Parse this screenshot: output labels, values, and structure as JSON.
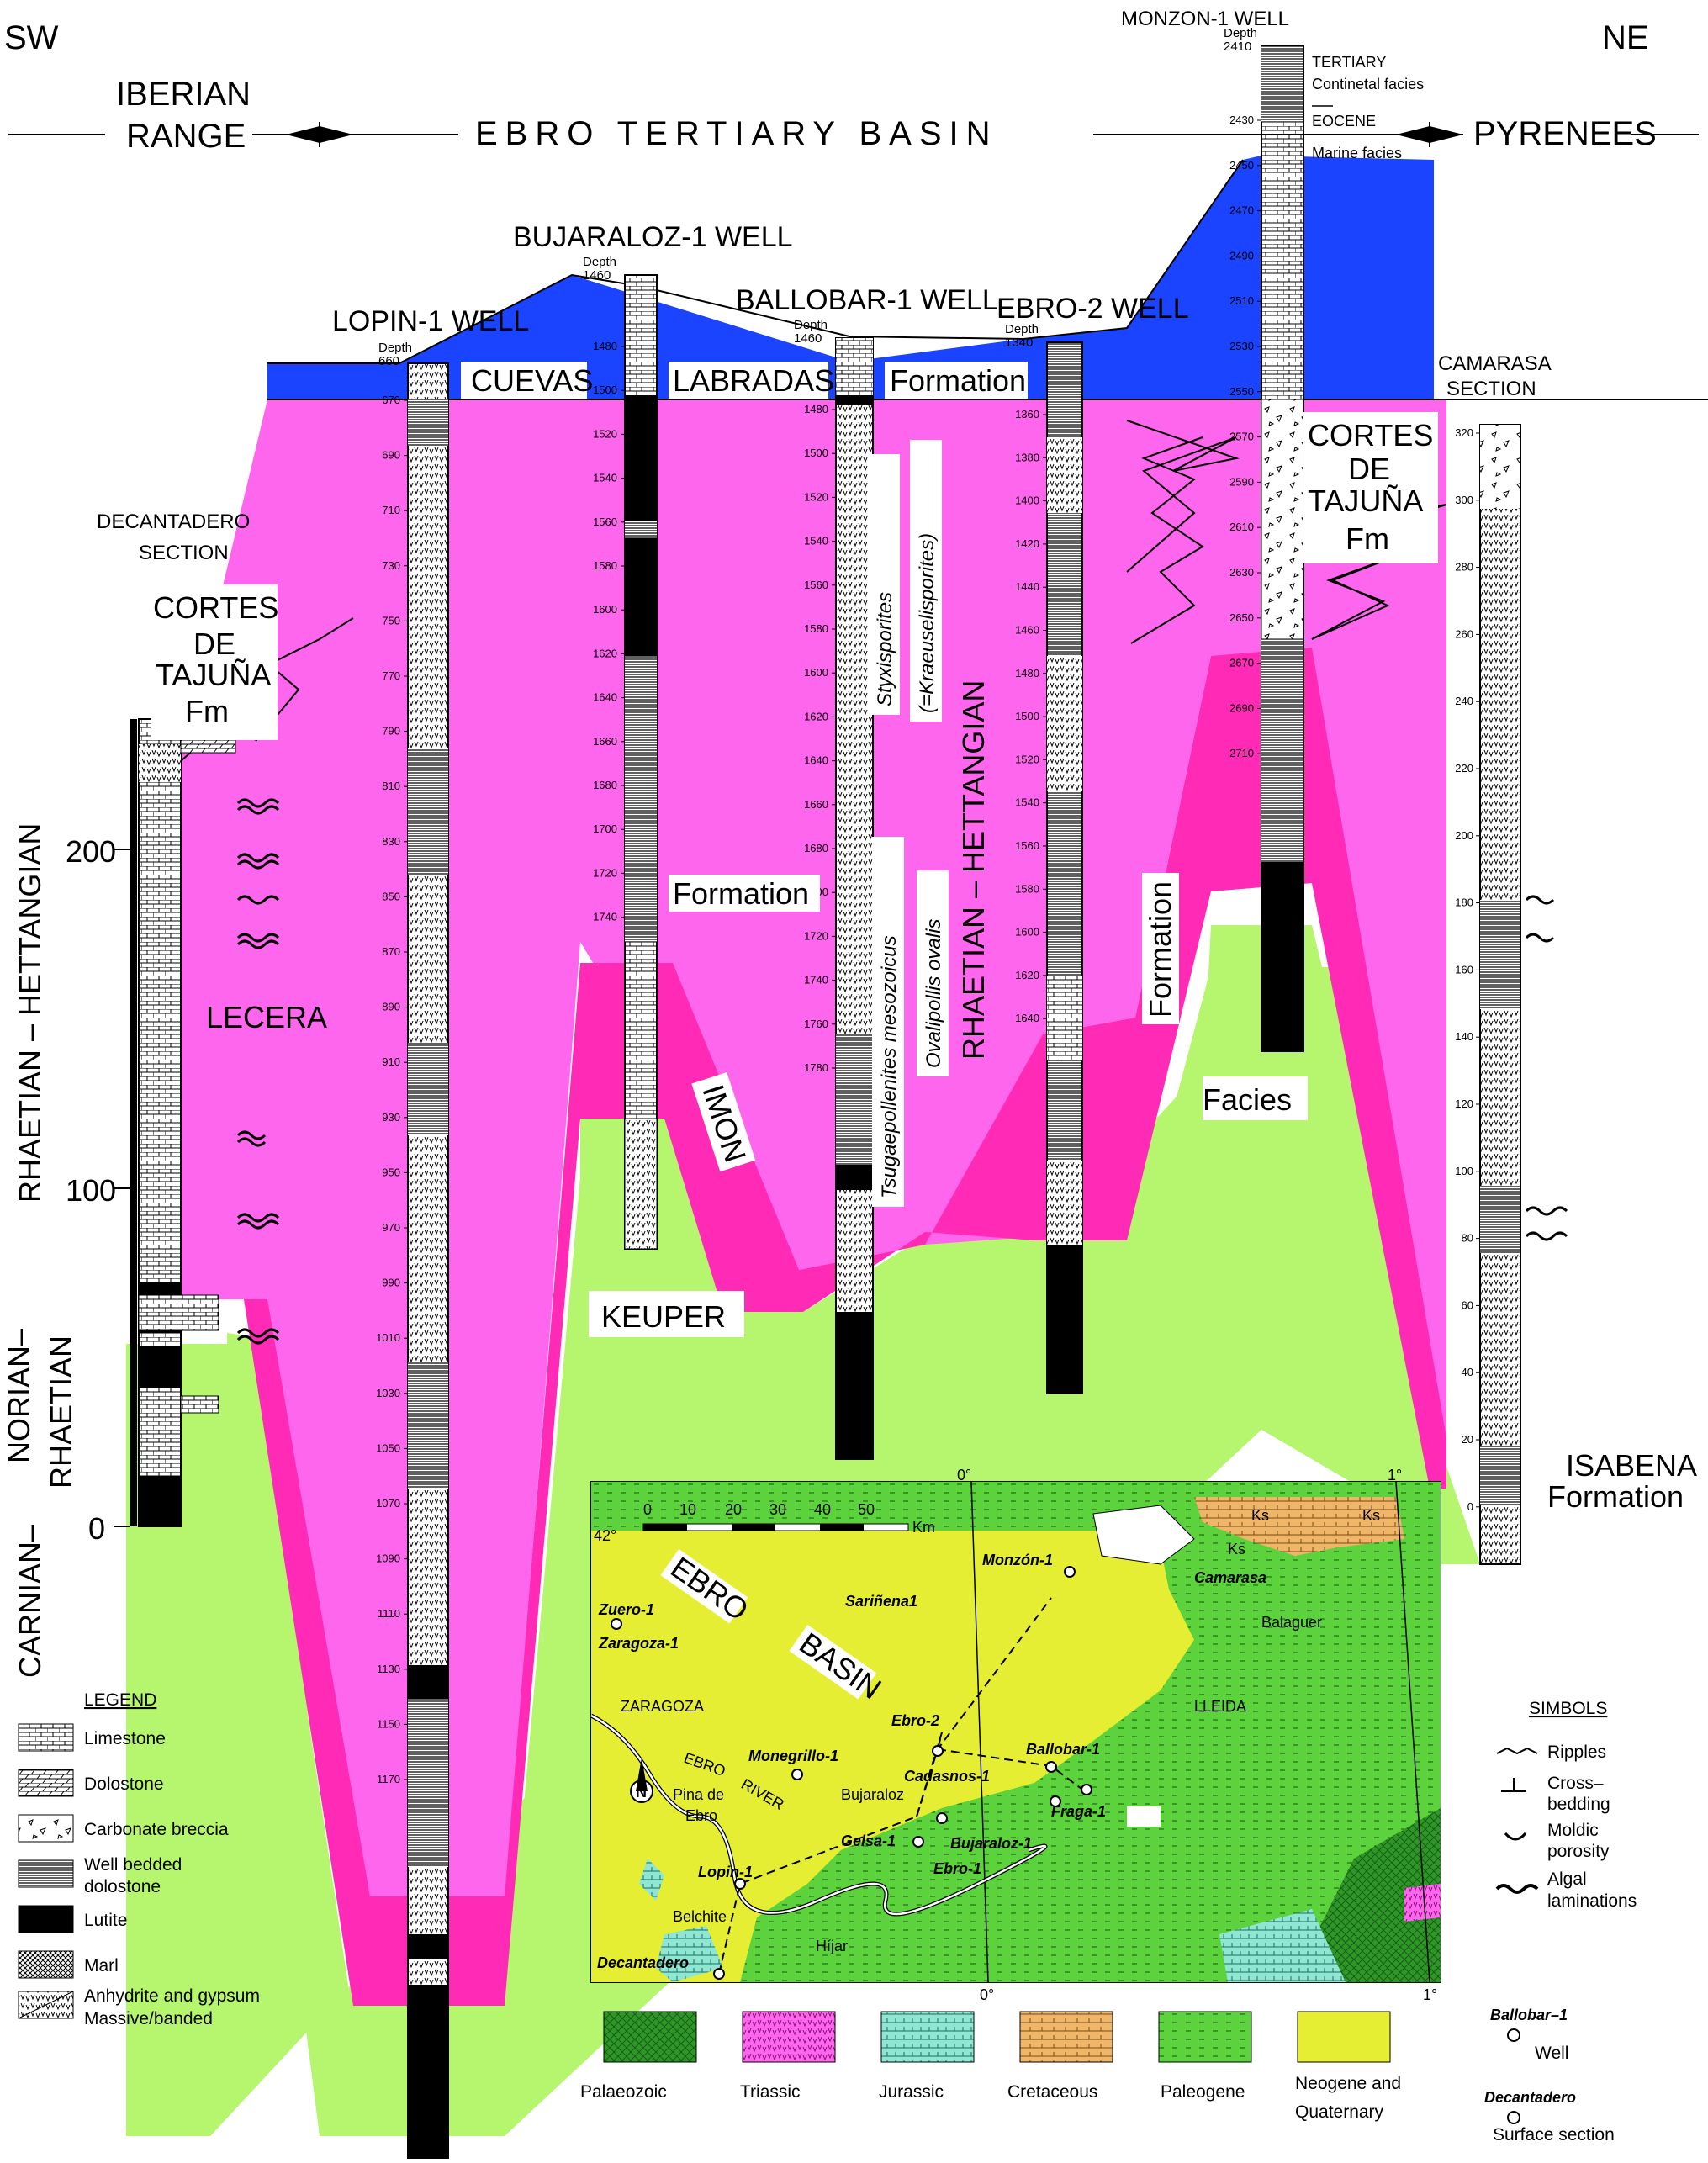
{
  "header": {
    "sw": "SW",
    "ne": "NE",
    "iberian_1": "IBERIAN",
    "iberian_2": "RANGE",
    "ebro_basin": "EBRO TERTIARY BASIN",
    "pyrenees": "PYRENEES"
  },
  "wells": {
    "lopin": "LOPIN-1 WELL",
    "bujaraloz": "BUJARALOZ-1 WELL",
    "ballobar": "BALLOBAR-1 WELL",
    "ebro2": "EBRO-2 WELL",
    "monzon": "MONZON-1 WELL",
    "camarasa": "CAMARASA",
    "camarasa_2": "SECTION",
    "decantadero": "DECANTADERO",
    "decantadero_2": "SECTION",
    "depth": "Depth"
  },
  "top_depths": {
    "lopin": "660",
    "bujaraloz": "1460",
    "ballobar": "1460",
    "ebro2": "1340",
    "monzon": "2410"
  },
  "monzon_notes": {
    "tertiary": "TERTIARY",
    "continental": "Continetal facies",
    "eocene": "EOCENE",
    "marine": "Marine facies"
  },
  "formations": {
    "cuevas": "CUEVAS",
    "labradas": "LABRADAS",
    "formation": "Formation",
    "cortes_1": "CORTES",
    "cortes_2": "DE",
    "cortes_3": "TAJUÑA",
    "cortes_4": "Fm",
    "lecera": "LECERA",
    "imon": "IMON",
    "keuper": "KEUPER",
    "facies": "Facies",
    "rhaetian_hettangian": "RHAETIAN – HETTANGIAN",
    "isabena_1": "ISABENA",
    "isabena_2": "Formation"
  },
  "palynology": {
    "styx": "Styxisporites",
    "kraeus": "(=Kraeuselisporites)",
    "tsuga": "Tsugaepollenites mesozoicus",
    "ovali": "Ovalipollis ovalis"
  },
  "left_axis": {
    "label_1": "RHAETIAN – HETTANGIAN",
    "label_2a": "NORIAN–",
    "label_2b": "RHAETIAN",
    "label_3": "CARNIAN–",
    "ticks": [
      "200",
      "100",
      "0"
    ]
  },
  "depth_scales": {
    "lopin": [
      "670",
      "690",
      "710",
      "730",
      "750",
      "770",
      "790",
      "810",
      "830",
      "850",
      "870",
      "890",
      "910",
      "930",
      "950",
      "970",
      "990",
      "1010",
      "1030",
      "1050",
      "1070",
      "1090",
      "1110",
      "1130",
      "1150",
      "1170"
    ],
    "bujaraloz": [
      "1480",
      "1500",
      "1520",
      "1540",
      "1560",
      "1580",
      "1600",
      "1620",
      "1640",
      "1660",
      "1680",
      "1700",
      "1720",
      "1740"
    ],
    "ballobar": [
      "1480",
      "1500",
      "1520",
      "1540",
      "1560",
      "1580",
      "1600",
      "1620",
      "1640",
      "1660",
      "1680",
      "1700",
      "1720",
      "1740",
      "1760",
      "1780"
    ],
    "ebro2": [
      "1360",
      "1380",
      "1400",
      "1420",
      "1440",
      "1460",
      "1480",
      "1500",
      "1520",
      "1540",
      "1560",
      "1580",
      "1600",
      "1620",
      "1640"
    ],
    "monzon": [
      "2430",
      "2450",
      "2470",
      "2490",
      "2510",
      "2530",
      "2550",
      "2570",
      "2590",
      "2610",
      "2630",
      "2650",
      "2670",
      "2690",
      "2710"
    ],
    "camarasa": [
      "320",
      "300",
      "280",
      "260",
      "240",
      "220",
      "200",
      "180",
      "160",
      "140",
      "120",
      "100",
      "80",
      "60",
      "40",
      "20",
      "0"
    ]
  },
  "legend": {
    "title": "LEGEND",
    "items": [
      "Limestone",
      "Dolostone",
      "Carbonate breccia",
      "Well bedded",
      "dolostone",
      "Lutite",
      "Marl",
      "Anhydrite and gypsum",
      "Massive/banded"
    ]
  },
  "symbols": {
    "title": "SIMBOLS",
    "items": [
      "Ripples",
      "Cross–",
      "bedding",
      "Moldic",
      "porosity",
      "Algal",
      "laminations"
    ]
  },
  "map": {
    "scale": [
      "0",
      "10",
      "20",
      "30",
      "40",
      "50"
    ],
    "km": "Km",
    "lat": "42°",
    "lon0": "0°",
    "lon1": "1°",
    "ebro": "EBRO",
    "basin": "BASIN",
    "places": [
      "Monzón-1",
      "Camarasa",
      "Zuero-1",
      "Zaragoza-1",
      "Sariñena1",
      "Balaguer",
      "ZARAGOZA",
      "Ebro-2",
      "LLEIDA",
      "Monegrillo-1",
      "Ballobar-1",
      "Cadasnos-1",
      "Bujaraloz",
      "Fraga-1",
      "Pina de",
      "Ebro",
      "Gelsa-1",
      "Bujaraloz-1",
      "Ebro-1",
      "Lopin-1",
      "Belchite",
      "Híjar",
      "Decantadero"
    ],
    "river_1": "EBRO",
    "river_2": "RIVER",
    "north": "N",
    "ks": "Ks"
  },
  "map_legend": [
    "Palaeozoic",
    "Triassic",
    "Jurassic",
    "Cretaceous",
    "Paleogene",
    "Neogene and",
    "Quaternary"
  ],
  "well_key": {
    "name": "Ballobar–1",
    "well": "Well",
    "name2": "Decantadero",
    "surface": "Surface section"
  },
  "colors": {
    "pink": "#ff66ee",
    "magenta": "#ff2bb6",
    "green": "#b6f56e",
    "blue": "#1a44ff",
    "map_yellow": "#e5ee32",
    "map_green": "#5cd23c",
    "map_dkgreen": "#2f9628"
  }
}
